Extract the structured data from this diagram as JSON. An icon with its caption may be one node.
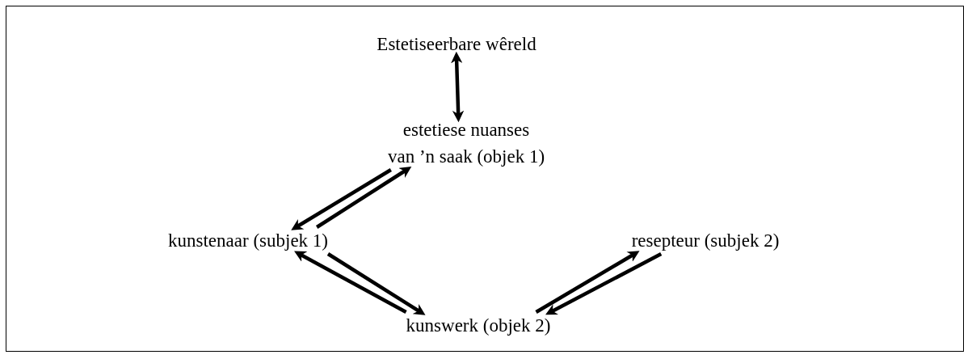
{
  "diagram": {
    "nodes": [
      {
        "text": [
          "Estetiseerbare wêreld"
        ]
      },
      {
        "text": [
          "estetiese nuanses van ’n saak (objek 1)"
        ]
      },
      {
        "text": [
          "kunstenaar (subjek 1)"
        ]
      },
      {
        "text": [
          "resepteur (subjek 2)"
        ]
      },
      {
        "text": [
          "kunswerk (objek 2)"
        ]
      }
    ],
    "edges": [
      {
        "from": 0,
        "to": 1,
        "arrow": "both"
      },
      {
        "from": 2,
        "to": 1,
        "arrow": "to"
      },
      {
        "from": 1,
        "to": 2,
        "arrow": "to"
      },
      {
        "from": 4,
        "to": 2,
        "arrow": "to"
      },
      {
        "from": 2,
        "to": 4,
        "arrow": "to"
      },
      {
        "from": 4,
        "to": 3,
        "arrow": "to"
      },
      {
        "from": 3,
        "to": 4,
        "arrow": "to"
      }
    ]
  }
}
